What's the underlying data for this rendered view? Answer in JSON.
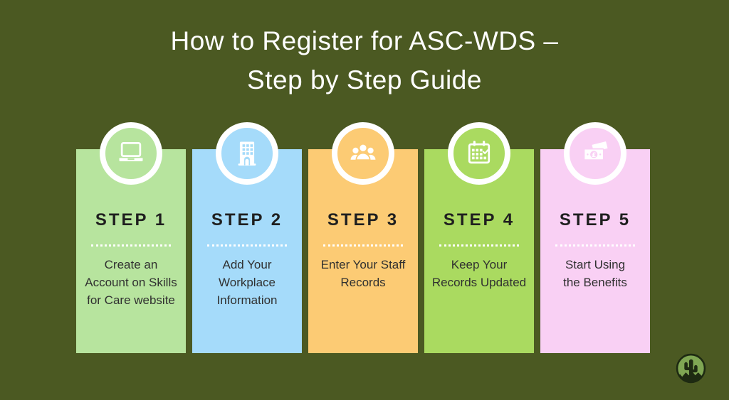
{
  "palette": {
    "background": "#4b5922",
    "title_text": "#ffffff",
    "step_label_text": "#1f1f1f",
    "description_text": "#303030",
    "divider_dots": "#ffffff",
    "logo_green": "#7fa653",
    "logo_dark": "#1e2a12"
  },
  "title": {
    "line1": "How to Register for ASC-WDS –",
    "line2": "Step by Step Guide"
  },
  "steps": [
    {
      "label": "STEP 1",
      "description": "Create an Account on Skills for Care website",
      "color": "#b7e49e",
      "icon": "laptop-icon"
    },
    {
      "label": "STEP 2",
      "description": "Add Your Workplace Information",
      "color": "#a5dbfa",
      "icon": "building-icon"
    },
    {
      "label": "STEP 3",
      "description": "Enter Your Staff Records",
      "color": "#fccb74",
      "icon": "people-icon"
    },
    {
      "label": "STEP 4",
      "description": "Keep Your Records Updated",
      "color": "#aada60",
      "icon": "calendar-icon"
    },
    {
      "label": "STEP 5",
      "description": "Start Using the Benefits",
      "color": "#f9d0f4",
      "icon": "money-icon"
    }
  ],
  "logo": {
    "name": "cactus-logo"
  }
}
